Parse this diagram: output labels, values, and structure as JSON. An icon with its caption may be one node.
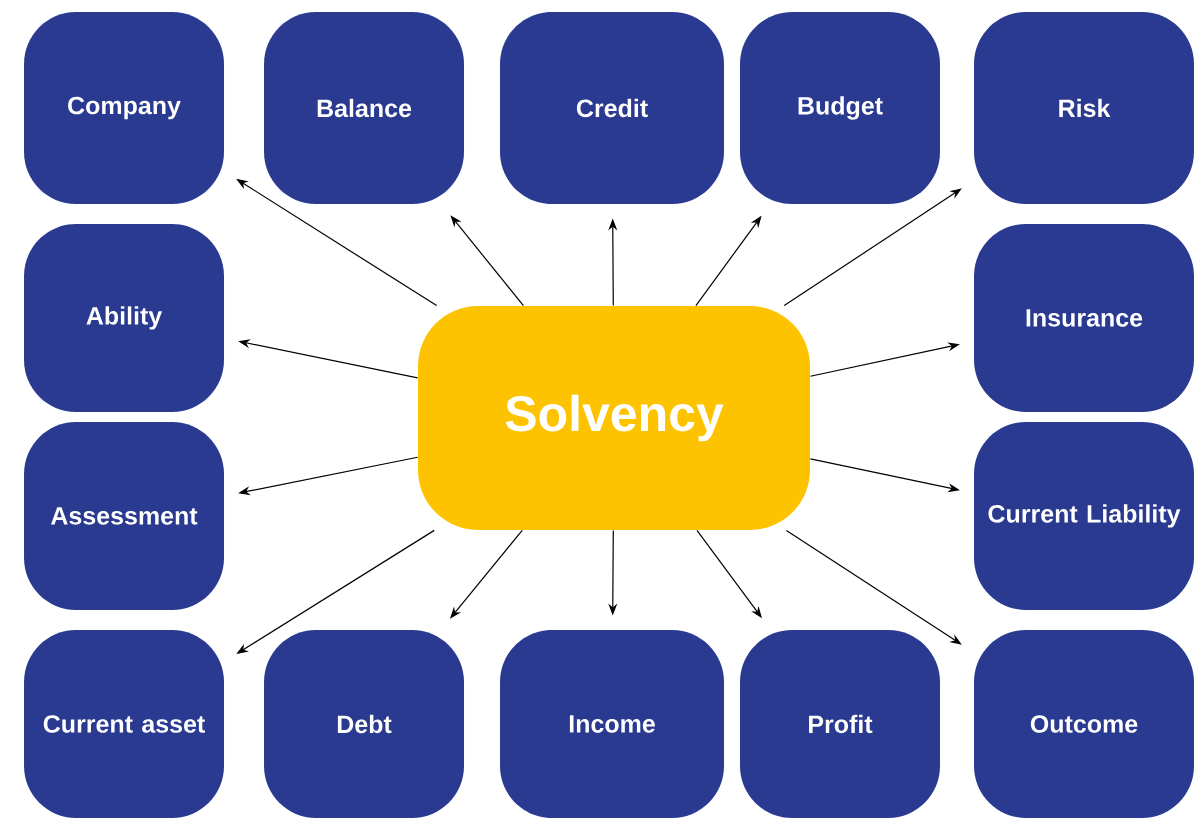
{
  "diagram": {
    "nodes": [
      {
        "text": [
          "Company"
        ]
      },
      {
        "text": [
          "Balance"
        ]
      },
      {
        "text": [
          "Credit"
        ]
      },
      {
        "text": [
          "Budget"
        ]
      },
      {
        "text": [
          "Risk"
        ]
      },
      {
        "text": [
          "Ability"
        ]
      },
      {
        "text": [
          "Solvency"
        ]
      },
      {
        "text": [
          "Insurance"
        ]
      },
      {
        "text": [
          "Assessment"
        ]
      },
      {
        "text": [
          "Current Liability"
        ]
      },
      {
        "text": [
          "Current asset"
        ]
      },
      {
        "text": [
          "Debt"
        ]
      },
      {
        "text": [
          "Income"
        ]
      },
      {
        "text": [
          "Profit"
        ]
      },
      {
        "text": [
          "Outcome"
        ]
      }
    ],
    "edges": [
      {
        "from": 6,
        "to": 0,
        "arrow": "to"
      },
      {
        "from": 6,
        "to": 1,
        "arrow": "to"
      },
      {
        "from": 6,
        "to": 2,
        "arrow": "to"
      },
      {
        "from": 6,
        "to": 3,
        "arrow": "to"
      },
      {
        "from": 6,
        "to": 4,
        "arrow": "to"
      },
      {
        "from": 6,
        "to": 5,
        "arrow": "to"
      },
      {
        "from": 6,
        "to": 7,
        "arrow": "to"
      },
      {
        "from": 6,
        "to": 8,
        "arrow": "to"
      },
      {
        "from": 6,
        "to": 9,
        "arrow": "to"
      },
      {
        "from": 6,
        "to": 10,
        "arrow": "to"
      },
      {
        "from": 6,
        "to": 11,
        "arrow": "to"
      },
      {
        "from": 6,
        "to": 12,
        "arrow": "to"
      },
      {
        "from": 6,
        "to": 13,
        "arrow": "to"
      },
      {
        "from": 6,
        "to": 14,
        "arrow": "to"
      }
    ]
  }
}
